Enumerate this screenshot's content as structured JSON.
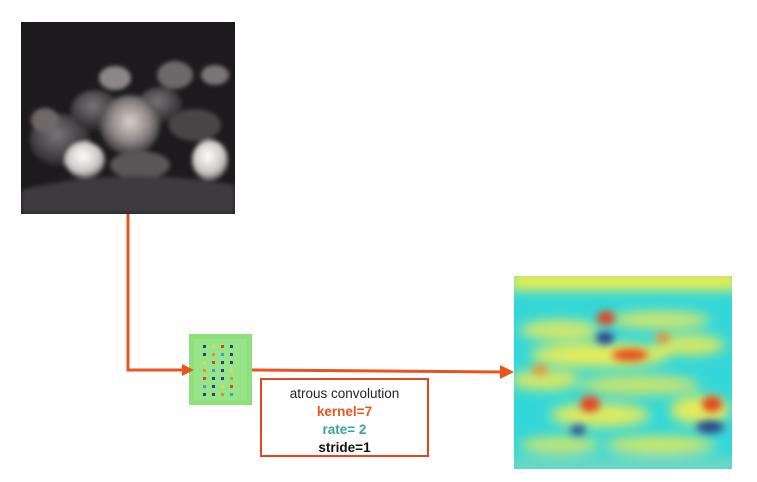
{
  "diagram": {
    "input_image": {
      "name": "peppers-grayscale-photo"
    },
    "kernel_filter": {
      "name": "atrous-kernel-visualization"
    },
    "output_map": {
      "name": "feature-activation-heatmap"
    },
    "label": {
      "title": "atrous convolution",
      "kernel": "kernel=7",
      "rate": "rate= 2",
      "stride": "stride=1"
    },
    "colors": {
      "arrow": "#e9541f",
      "kernel_text": "#e9541f",
      "rate_text": "#3aa39a",
      "box_border": "#e04a1a"
    }
  }
}
